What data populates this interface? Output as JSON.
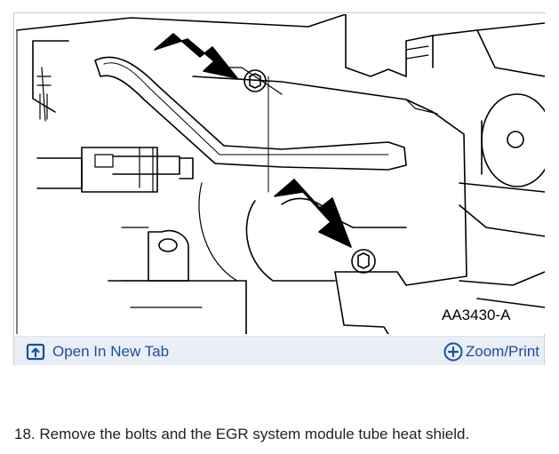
{
  "figure": {
    "diagram_label": "AA3430-A",
    "open_in_new_tab_label": "Open In New Tab",
    "zoom_print_label": "Zoom/Print",
    "toolbar_icons": [
      "open-new-tab-icon",
      "zoom-plus-icon"
    ],
    "accent_color": "#1b4e9b",
    "toolbar_background": "#e9eef7"
  },
  "step": {
    "text": "18. Remove the bolts and the EGR system module tube heat shield."
  }
}
